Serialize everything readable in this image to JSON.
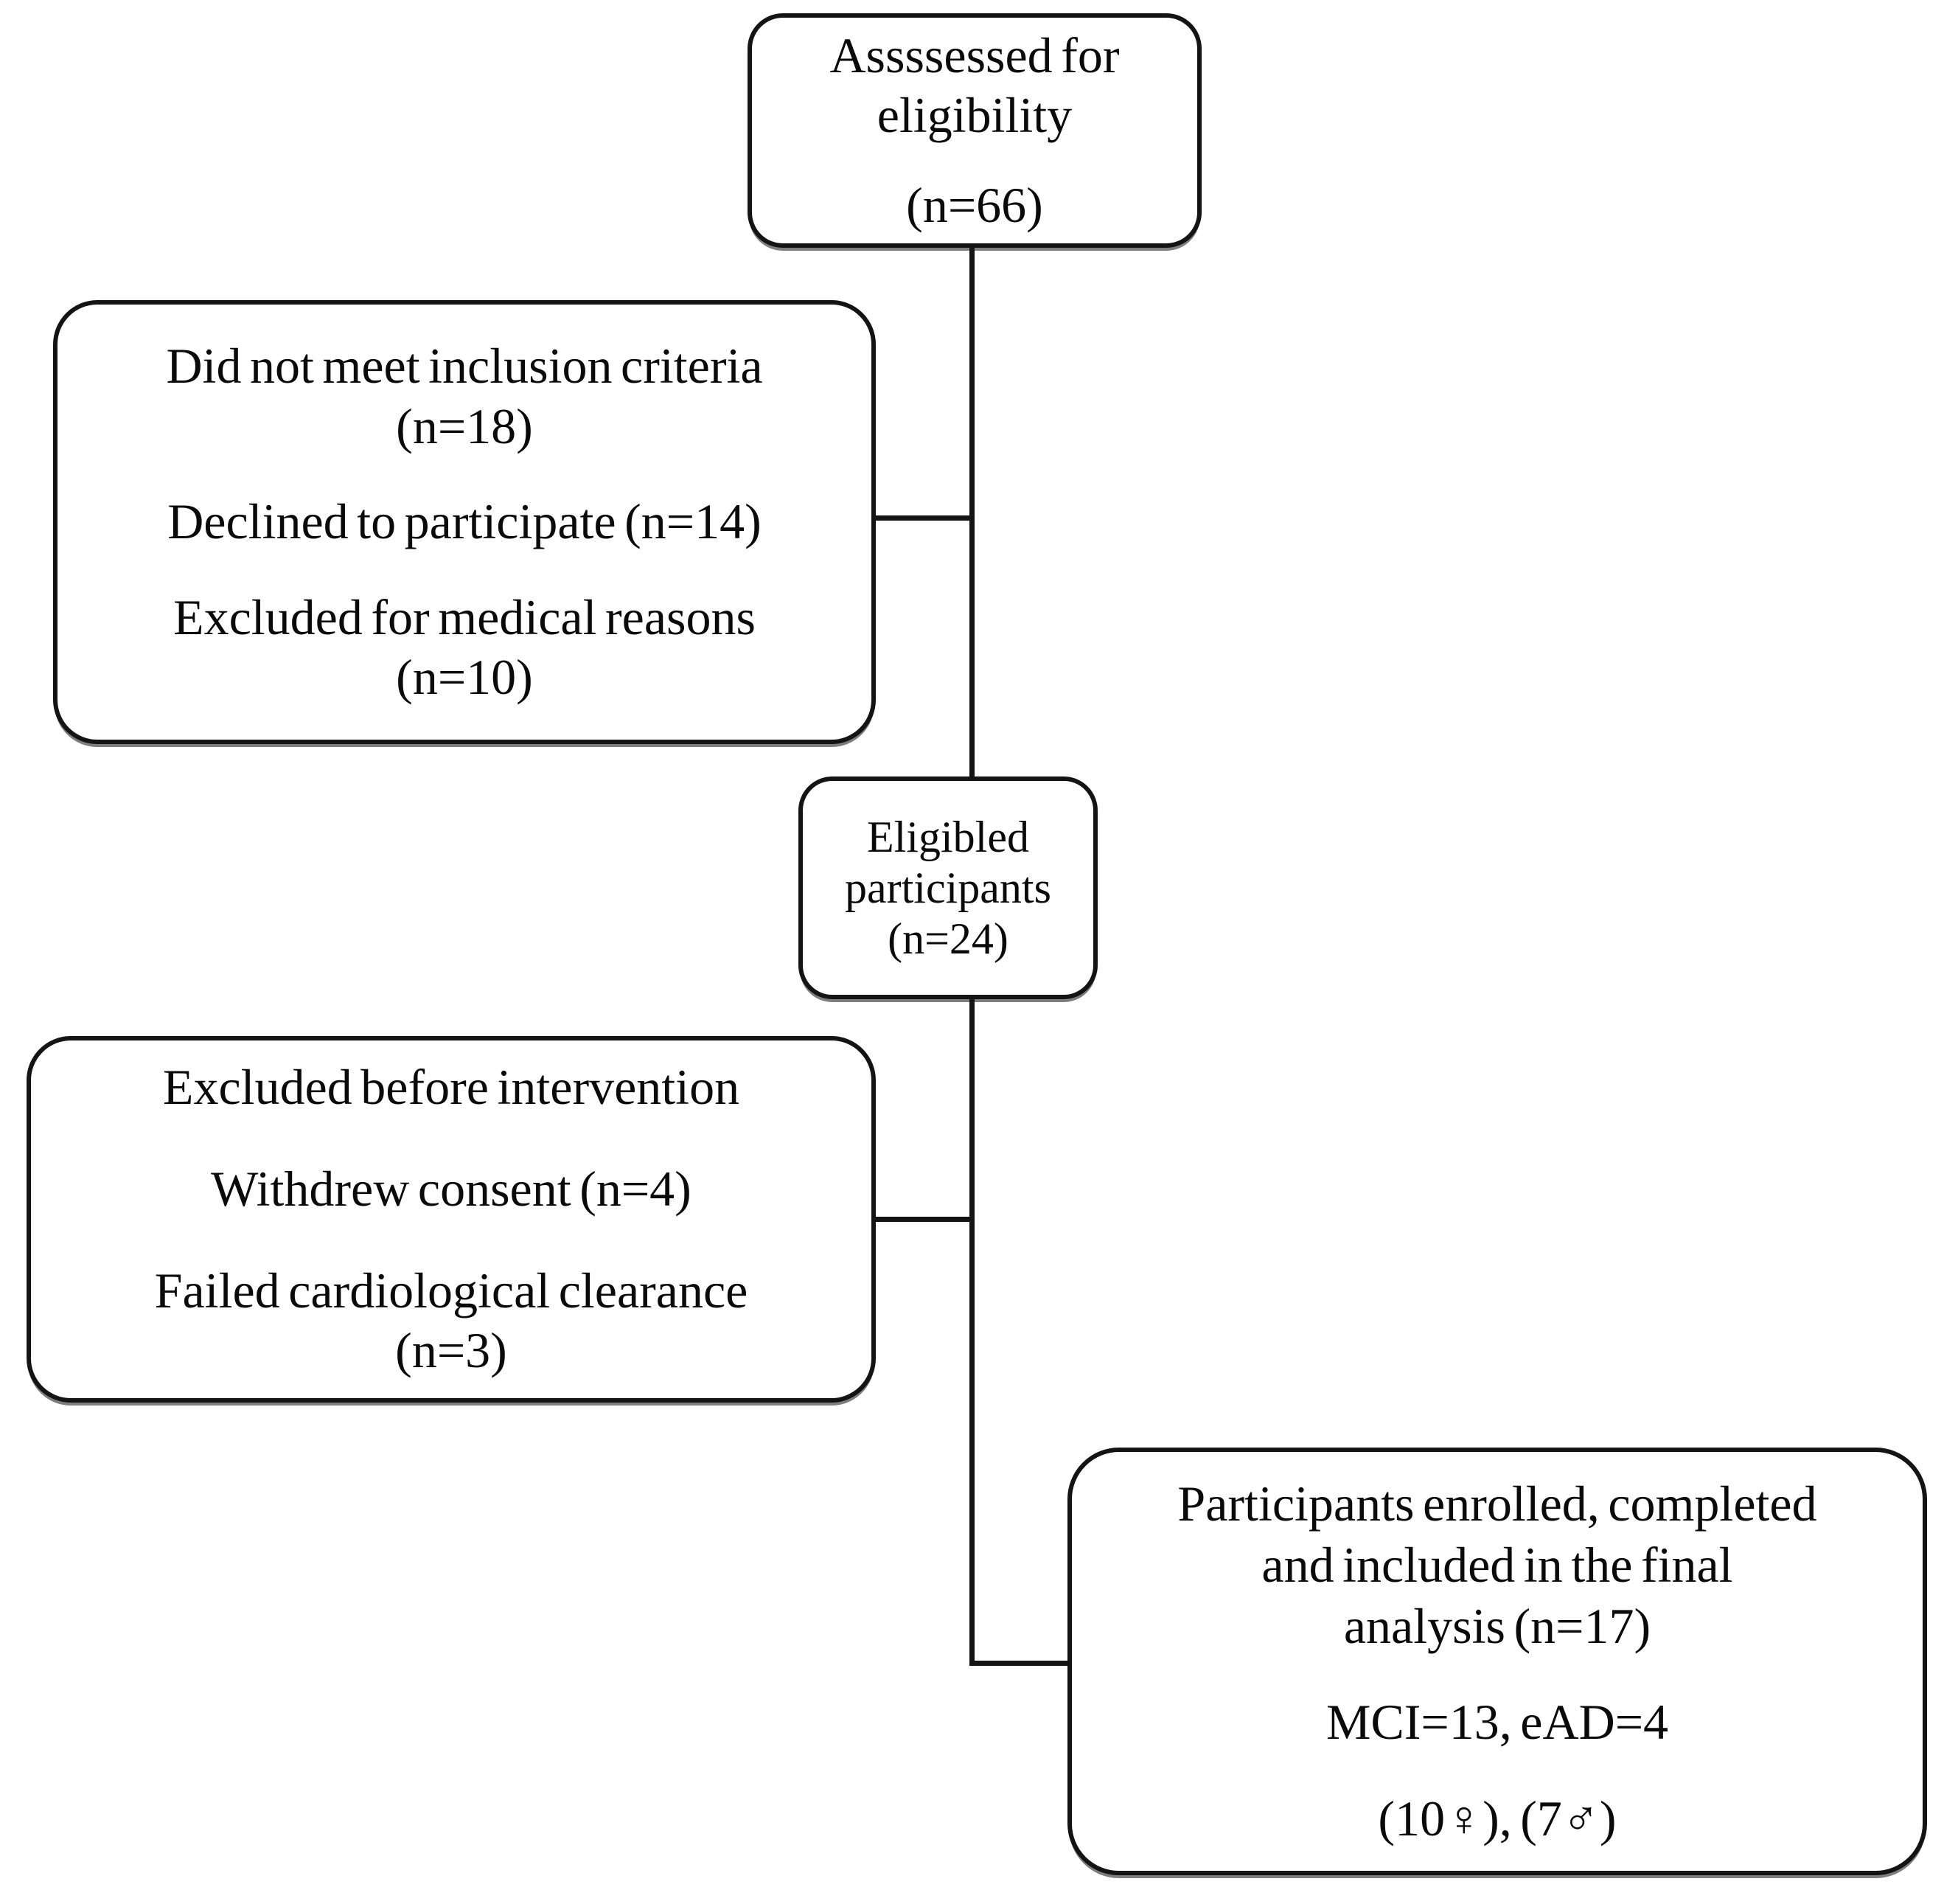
{
  "flow": {
    "kind": "participant-flow-diagram",
    "colors": {
      "line": "#141414",
      "text": "#0a0a0a",
      "background": "#ffffff"
    },
    "nodes": [
      {
        "id": "assessed-for-eligibility",
        "paragraphs": [
          {
            "lines": [
              "Assssessed for",
              "eligibility"
            ]
          },
          {
            "lines": [
              "(n=66)"
            ]
          }
        ]
      },
      {
        "id": "excluded-at-screening",
        "paragraphs": [
          {
            "lines": [
              "Did not meet inclusion criteria",
              "(n=18)"
            ]
          },
          {
            "lines": [
              "Declined to participate (n=14)"
            ]
          },
          {
            "lines": [
              "Excluded for medical reasons",
              "(n=10)"
            ]
          }
        ]
      },
      {
        "id": "eligible-participants",
        "paragraphs": [
          {
            "lines": [
              "Eligibled",
              "participants",
              "(n=24)"
            ]
          }
        ]
      },
      {
        "id": "excluded-before-intervention",
        "paragraphs": [
          {
            "lines": [
              "Excluded before intervention"
            ]
          },
          {
            "lines": [
              "Withdrew consent (n=4)"
            ]
          },
          {
            "lines": [
              "Failed cardiological clearance",
              "(n=3)"
            ]
          }
        ]
      },
      {
        "id": "final-analysis",
        "paragraphs": [
          {
            "lines": [
              "Participants enrolled, completed",
              "and included in the final",
              "analysis (n=17)"
            ]
          },
          {
            "lines": [
              "MCI=13, eAD=4"
            ]
          },
          {
            "lines": [
              "(10♀), (7♂)"
            ]
          }
        ]
      }
    ],
    "edges": [
      {
        "from": "assessed-for-eligibility",
        "to": "eligible-participants"
      },
      {
        "from": "assessed-for-eligibility→eligible-participants",
        "to": "excluded-at-screening"
      },
      {
        "from": "eligible-participants",
        "to": "final-analysis"
      },
      {
        "from": "eligible-participants→final-analysis",
        "to": "excluded-before-intervention"
      }
    ]
  }
}
